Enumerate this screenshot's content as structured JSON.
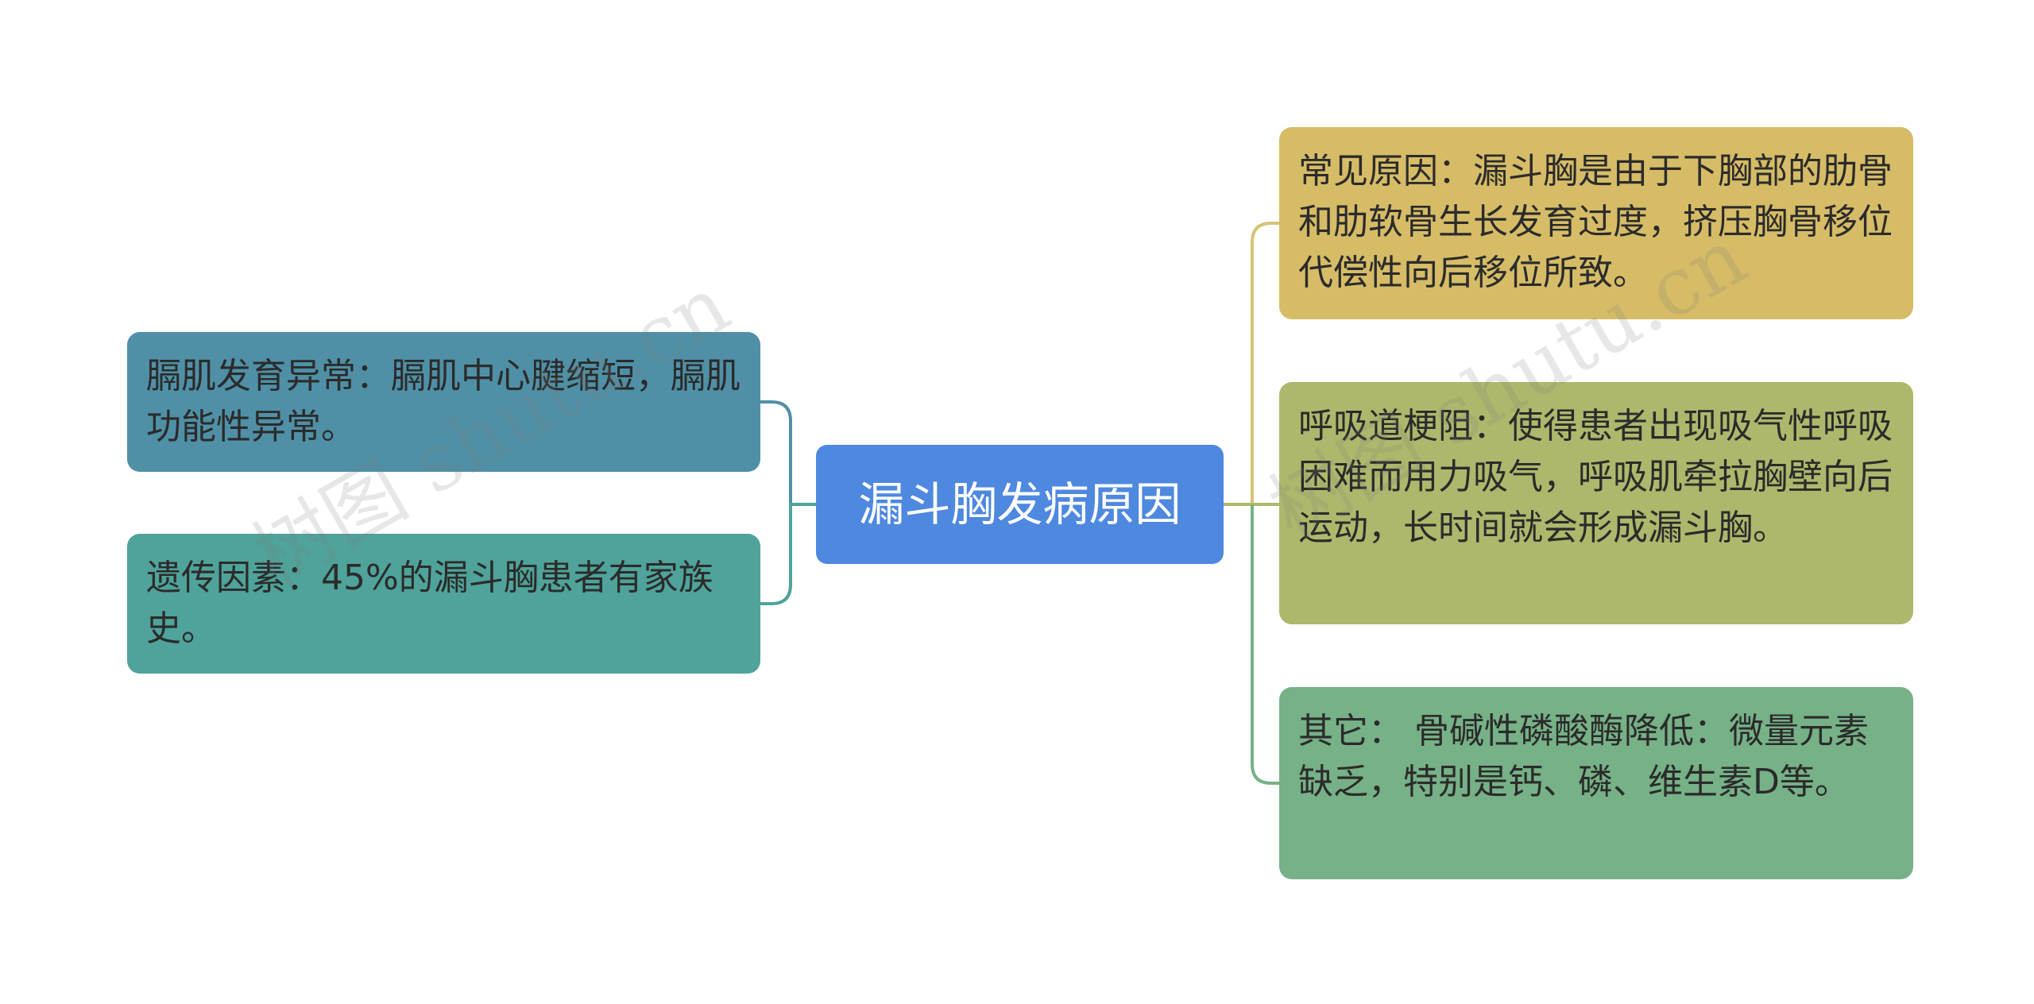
{
  "diagram": {
    "center": {
      "label": "漏斗胸发病原因",
      "color": "#4e88df"
    },
    "left_branches": [
      {
        "text": "膈肌发育异常：膈肌中心腱缩短，膈肌功能性异常。",
        "color": "#4f90a6",
        "line_color": "#4f90a6"
      },
      {
        "text": "遗传因素：45%的漏斗胸患者有家族史。",
        "color": "#4fa39a",
        "line_color": "#4fa39a"
      }
    ],
    "right_branches": [
      {
        "text": "常见原因：漏斗胸是由于下胸部的肋骨和肋软骨生长发育过度，挤压胸骨移位代偿性向后移位所致。",
        "color": "#d6bc67",
        "line_color": "#d6c476"
      },
      {
        "text": "呼吸道梗阻：使得患者出现吸气性呼吸困难而用力吸气，呼吸肌牵拉胸壁向后运动，长时间就会形成漏斗胸。",
        "color": "#aeb86c",
        "line_color": "#aeb86c"
      },
      {
        "text": "其它： 骨碱性磷酸酶降低：微量元素缺乏，特别是钙、磷、维生素D等。",
        "color": "#77b187",
        "line_color": "#77b187"
      }
    ],
    "watermark": "树图 shutu.cn"
  }
}
